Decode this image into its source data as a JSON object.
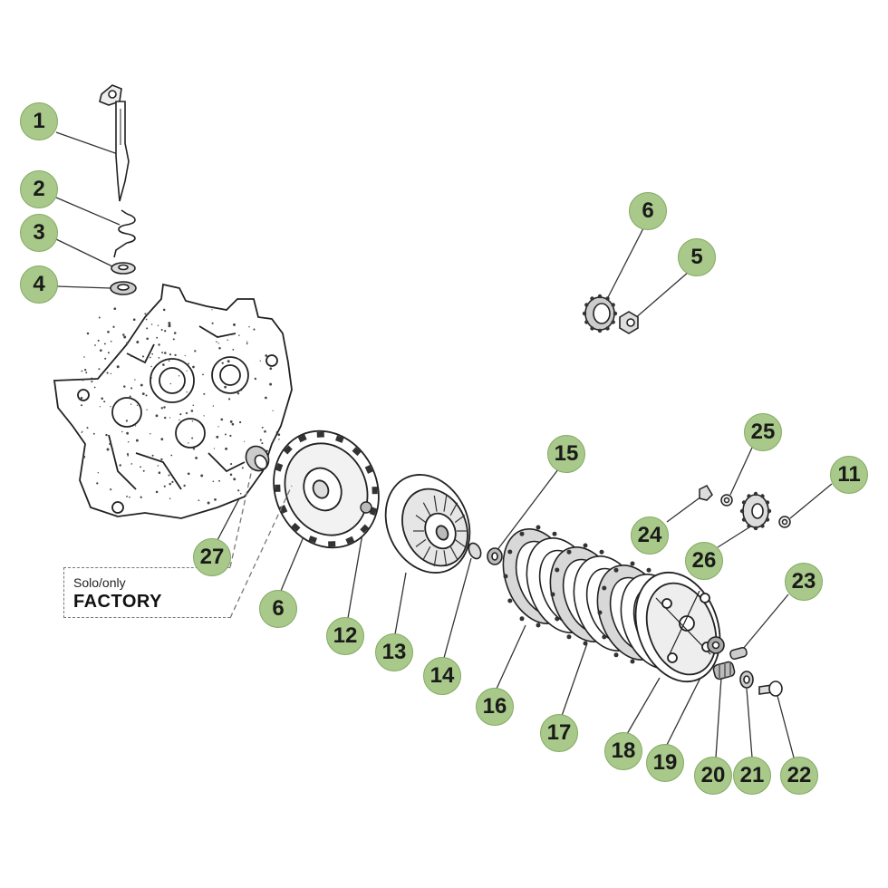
{
  "colors": {
    "callout_fill": "#a8c98a",
    "callout_stroke": "#84aa64",
    "callout_text": "#1a1a1a",
    "line": "#333333"
  },
  "note": {
    "line1": "Solo/only",
    "line2": "FACTORY"
  },
  "callouts": [
    {
      "id": "c1",
      "label": "1"
    },
    {
      "id": "c2",
      "label": "2"
    },
    {
      "id": "c3",
      "label": "3"
    },
    {
      "id": "c4",
      "label": "4"
    },
    {
      "id": "c6a",
      "label": "6"
    },
    {
      "id": "c5",
      "label": "5"
    },
    {
      "id": "c25",
      "label": "25"
    },
    {
      "id": "c15",
      "label": "15"
    },
    {
      "id": "c11",
      "label": "11"
    },
    {
      "id": "c24",
      "label": "24"
    },
    {
      "id": "c26",
      "label": "26"
    },
    {
      "id": "c23",
      "label": "23"
    },
    {
      "id": "c27",
      "label": "27"
    },
    {
      "id": "c6b",
      "label": "6"
    },
    {
      "id": "c12",
      "label": "12"
    },
    {
      "id": "c13",
      "label": "13"
    },
    {
      "id": "c14",
      "label": "14"
    },
    {
      "id": "c16",
      "label": "16"
    },
    {
      "id": "c17",
      "label": "17"
    },
    {
      "id": "c18",
      "label": "18"
    },
    {
      "id": "c19",
      "label": "19"
    },
    {
      "id": "c20",
      "label": "20"
    },
    {
      "id": "c21",
      "label": "21"
    },
    {
      "id": "c22",
      "label": "22"
    }
  ]
}
